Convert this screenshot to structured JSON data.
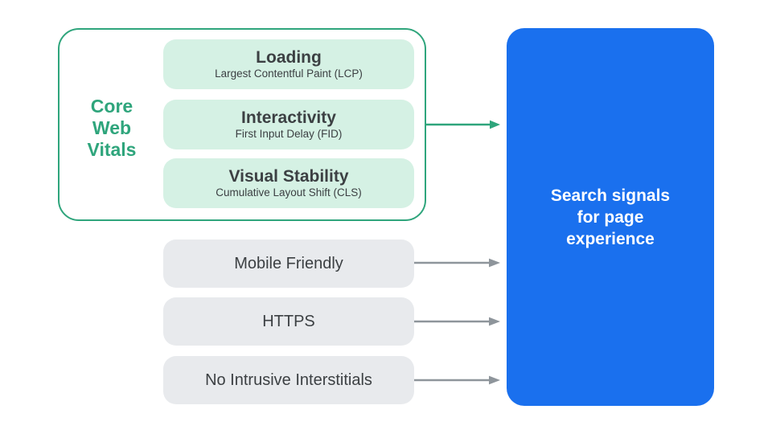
{
  "colors": {
    "green": "#2fa57c",
    "green_fill": "#d5f1e4",
    "blue": "#1a70ee",
    "gray_fill": "#e8eaed",
    "arrow_gray": "#8e959b",
    "text_dark": "#3c4043",
    "text_on_blue": "#ffffff",
    "bg": "#ffffff"
  },
  "icons": {
    "connector": "arrow-right-icon"
  },
  "core_web_vitals": {
    "group_label": "Core Web Vitals",
    "items": [
      {
        "title": "Loading",
        "subtitle": "Largest Contentful Paint (LCP)"
      },
      {
        "title": "Interactivity",
        "subtitle": "First Input Delay (FID)"
      },
      {
        "title": "Visual Stability",
        "subtitle": "Cumulative Layout Shift (CLS)"
      }
    ]
  },
  "other_signals": [
    {
      "label": "Mobile Friendly"
    },
    {
      "label": "HTTPS"
    },
    {
      "label": "No Intrusive Interstitials"
    }
  ],
  "result": {
    "label": "Search signals for page experience"
  }
}
